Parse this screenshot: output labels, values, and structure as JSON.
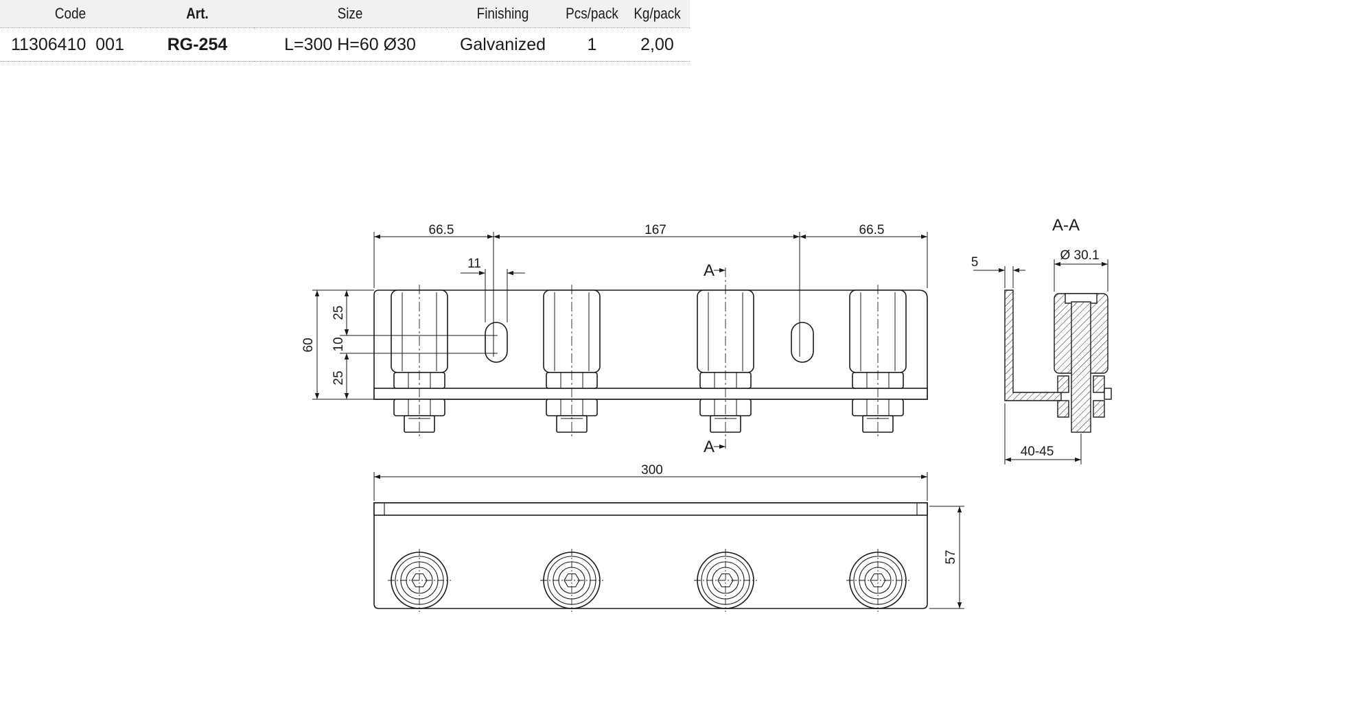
{
  "table": {
    "headers": [
      "Code",
      "Art.",
      "Size",
      "Finishing",
      "Pcs/pack",
      "Kg/pack"
    ],
    "row": {
      "code": "11306410  001",
      "art": "RG-254",
      "size": "L=300 H=60 Ø30",
      "finishing": "Galvanized",
      "pcs": "1",
      "kg": "2,00"
    }
  },
  "drawing": {
    "dims": {
      "left_pitch": "66.5",
      "mid_pitch": "167",
      "right_pitch": "66.5",
      "slot_width": "11",
      "height": "60",
      "upper": "25",
      "slot_len": "10",
      "lower": "25",
      "length": "300",
      "depth": "57",
      "plate": "5",
      "roller_dia": "Ø 30.1",
      "adjust": "40-45"
    },
    "section_label": "A",
    "section_title": "A-A"
  }
}
